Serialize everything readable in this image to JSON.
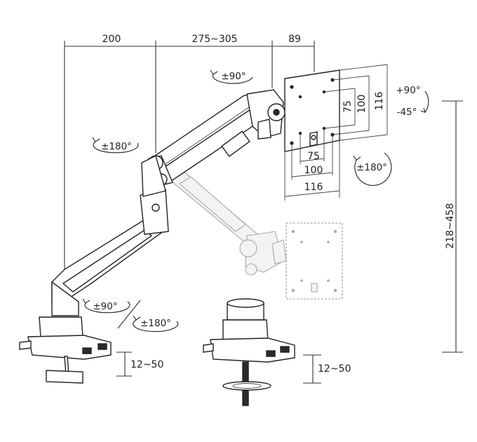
{
  "dimensions": {
    "top_segments": [
      "200",
      "275~305",
      "89"
    ],
    "vesa_vertical": [
      "75",
      "100",
      "116"
    ],
    "vesa_horizontal": [
      "75",
      "100",
      "116"
    ],
    "height_range": "218~458",
    "clamp_left": "12~50",
    "clamp_right": "12~50"
  },
  "rotations": {
    "arm_top": "±90°",
    "elbow": "±180°",
    "tilt_up": "+90°",
    "tilt_down": "-45°",
    "plate_rotate": "±180°",
    "base_left": "±90°",
    "base_right": "±180°"
  },
  "colors": {
    "line": "#333333",
    "background": "#ffffff",
    "ghost": "#9a9a9a"
  }
}
